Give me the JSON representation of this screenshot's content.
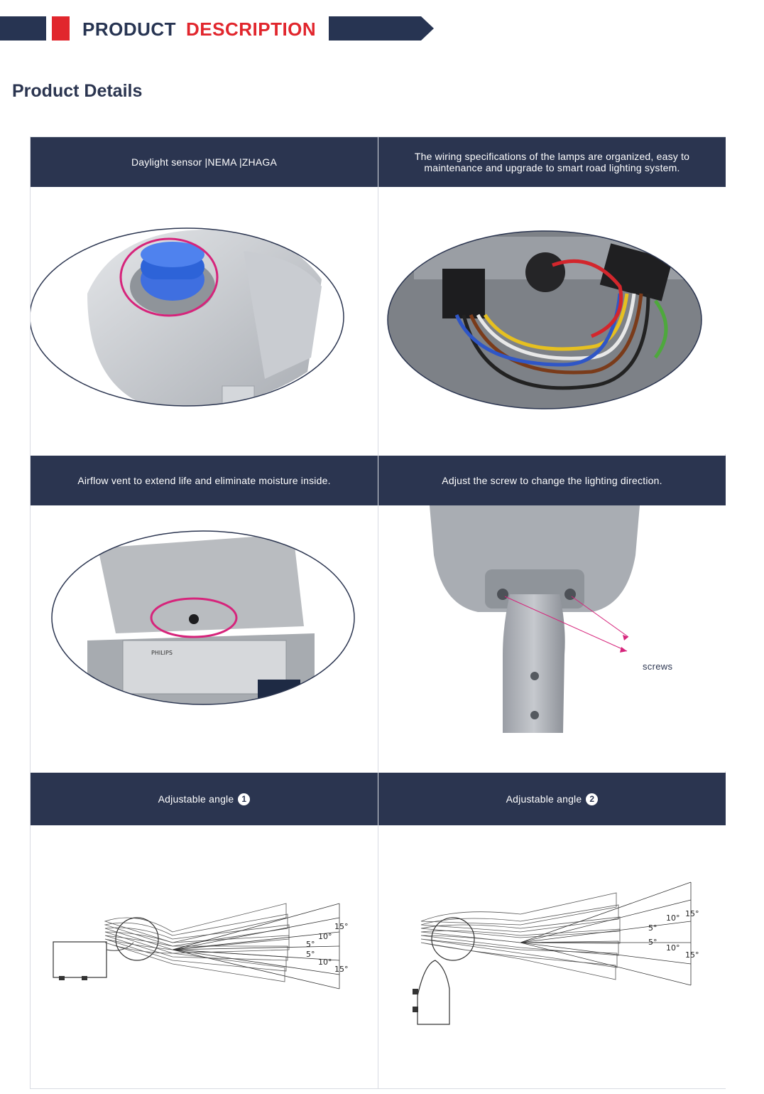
{
  "banner": {
    "word1": "PRODUCT",
    "word2": "DESCRIPTION",
    "colors": {
      "navy": "#273452",
      "red": "#e1262d"
    }
  },
  "section_title": "Product Details",
  "cells": [
    {
      "caption": "Daylight sensor |NEMA |ZHAGA",
      "image": "daylight-sensor-photo"
    },
    {
      "caption": "The wiring specifications of the lamps are organized, easy to maintenance and upgrade to smart road lighting system.",
      "image": "wiring-photo"
    },
    {
      "caption": "Airflow vent to extend life and eliminate moisture inside.",
      "image": "airflow-vent-photo"
    },
    {
      "caption": "Adjust the screw to change the lighting direction.",
      "image": "screw-adjust-photo",
      "annotation": "screws"
    },
    {
      "caption": "Adjustable angle",
      "badge": "1",
      "image": "angle-diagram-1"
    },
    {
      "caption": "Adjustable angle",
      "badge": "2",
      "image": "angle-diagram-2"
    }
  ],
  "angle_labels": [
    "15°",
    "10°",
    "5°",
    "5°",
    "10°",
    "15°"
  ]
}
